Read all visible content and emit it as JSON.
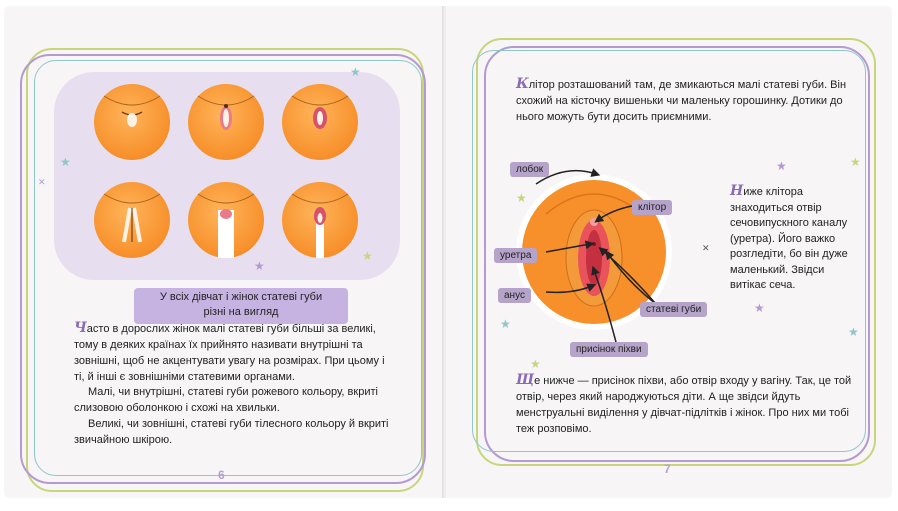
{
  "left_page": {
    "caption_line1": "У всіх дівчат і жінок статеві губи",
    "caption_line2": "різні на вигляд",
    "para1_cap": "Ч",
    "para1_text": "асто в дорослих жінок малі статеві губи більші за великі, тому в деяких країнах їх прийнято називати внутрішні та зовнішні, щоб не акцентувати увагу на розмірах. При цьому і ті, й інші є зовнішніми статевими органами.",
    "para2_text": "Малі, чи внутрішні, статеві губи рожевого кольору, вкриті слизовою оболонкою і схожі на хвильки.",
    "para3_text": "Великі, чи зовнішні, статеві губи тілесного кольору й вкриті звичайною шкірою.",
    "page_number": "6"
  },
  "right_page": {
    "intro_cap": "К",
    "intro_text": "літор розташований там, де змикаються малі статеві губи. Він схожий на кісточку вишеньки чи маленьку горошинку. Дотики до нього можуть бути досить приємними.",
    "side_cap": "Н",
    "side_text": "иже клітора знаходиться отвір сечовипускного каналу (уретра). Його важко розгледіти, бо він дуже маленький. Звідси витікає сеча.",
    "bottom_cap": "Щ",
    "bottom_text": "е нижче — присінок піхви, або отвір входу у вагіну. Так, це той отвір, через який народжуються діти. А ще звідси йдуть менструальні виділення у дівчат-підлітків і жінок. Про них ми тобі теж розповімо.",
    "labels": {
      "lobok": "лобок",
      "klitor": "клітор",
      "uretra": "уретра",
      "anus": "анус",
      "gubi": "статеві губи",
      "prysinok": "присінок піхви"
    },
    "page_number": "7"
  },
  "colors": {
    "accent_purple": "#8a6ab5",
    "label_bg": "#b5a3c9",
    "caption_bg": "#c7b3e2",
    "skin_orange": "#f7902b"
  }
}
